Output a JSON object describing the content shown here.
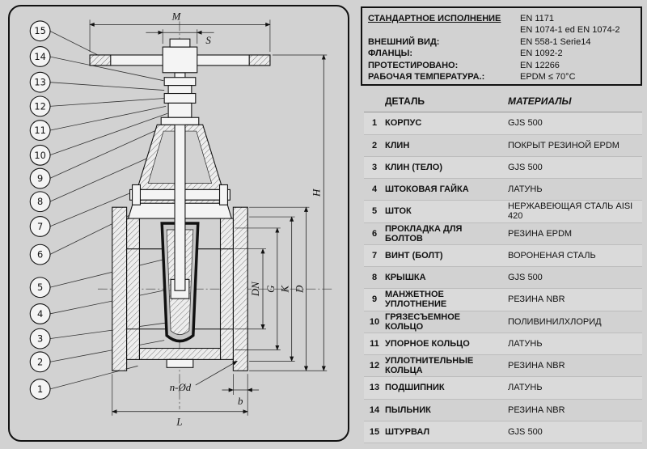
{
  "specs": {
    "rows": [
      {
        "label": "СТАНДАРТНОЕ ИСПОЛНЕНИЕ",
        "value": "EN 1171"
      },
      {
        "label": "",
        "value": "EN 1074-1 ed EN 1074-2"
      },
      {
        "label": "ВНЕШНИЙ ВИД:",
        "value": "EN 558-1 Serie14"
      },
      {
        "label": "ФЛАНЦЫ:",
        "value": "EN 1092-2"
      },
      {
        "label": "ПРОТЕСТИРОВАНО:",
        "value": "EN 12266"
      },
      {
        "label": "РАБОЧАЯ ТЕМПЕРАТУРА.:",
        "value": "EPDM ≤ 70°C"
      }
    ]
  },
  "parts": {
    "header": {
      "detail": "ДЕТАЛЬ",
      "materials": "МАТЕРИАЛЫ"
    },
    "rows": [
      {
        "num": "1",
        "name": "КОРПУС",
        "material": "GJS 500"
      },
      {
        "num": "2",
        "name": "КЛИН",
        "material": "ПОКРЫТ РЕЗИНОЙ EPDM"
      },
      {
        "num": "3",
        "name": "КЛИН (ТЕЛО)",
        "material": "GJS 500"
      },
      {
        "num": "4",
        "name": "ШТОКОВАЯ ГАЙКА",
        "material": "ЛАТУНЬ"
      },
      {
        "num": "5",
        "name": "ШТОК",
        "material": "НЕРЖАВЕЮЩАЯ СТАЛЬ AISI 420"
      },
      {
        "num": "6",
        "name": "ПРОКЛАДКА ДЛЯ БОЛТОВ",
        "material": "РЕЗИНА EPDM"
      },
      {
        "num": "7",
        "name": "ВИНТ (БОЛТ)",
        "material": "ВОРОНЕНАЯ СТАЛЬ"
      },
      {
        "num": "8",
        "name": "КРЫШКА",
        "material": "GJS 500"
      },
      {
        "num": "9",
        "name": "МАНЖЕТНОЕ УПЛОТНЕНИЕ",
        "material": "РЕЗИНА NBR"
      },
      {
        "num": "10",
        "name": "ГРЯЗЕСЪЕМНОЕ КОЛЬЦО",
        "material": "ПОЛИВИНИЛХЛОРИД"
      },
      {
        "num": "11",
        "name": "УПОРНОЕ КОЛЬЦО",
        "material": "ЛАТУНЬ"
      },
      {
        "num": "12",
        "name": "УПЛОТНИТЕЛЬНЫЕ КОЛЬЦА",
        "material": "РЕЗИНА NBR"
      },
      {
        "num": "13",
        "name": "ПОДШИПНИК",
        "material": "ЛАТУНЬ"
      },
      {
        "num": "14",
        "name": "ПЫЛЬНИК",
        "material": "РЕЗИНА NBR"
      },
      {
        "num": "15",
        "name": "ШТУРВАЛ",
        "material": "GJS 500"
      }
    ]
  },
  "drawing": {
    "callouts": [
      "15",
      "14",
      "13",
      "12",
      "11",
      "10",
      "9",
      "8",
      "7",
      "6",
      "5",
      "4",
      "3",
      "2",
      "1"
    ],
    "dimensions": {
      "M": "M",
      "S": "S",
      "H": "H",
      "D": "D",
      "K": "K",
      "G": "G",
      "DN": "DN",
      "L": "L",
      "b": "b",
      "bolt_holes": "n-Ød"
    }
  }
}
